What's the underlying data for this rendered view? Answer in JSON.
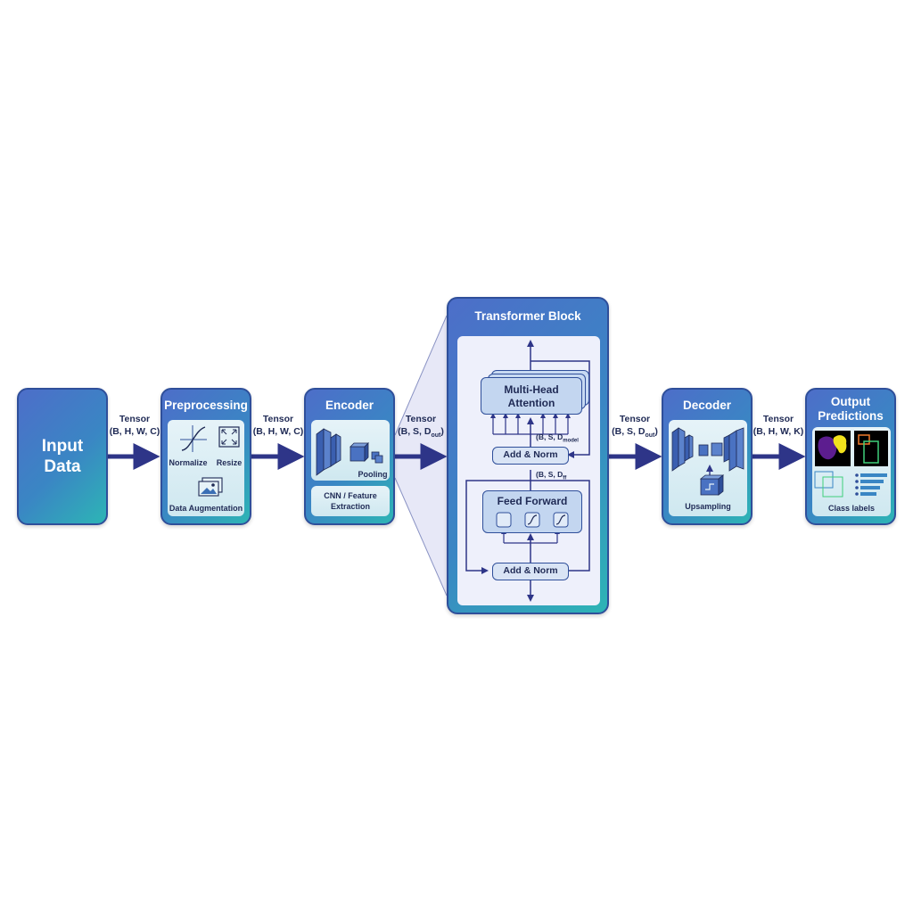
{
  "stages": {
    "input": {
      "title_line1": "Input",
      "title_line2": "Data"
    },
    "preprocessing": {
      "title": "Preprocessing",
      "normalize": "Normalize",
      "resize": "Resize",
      "augmentation": "Data Augmentation"
    },
    "encoder": {
      "title": "Encoder",
      "pooling": "Pooling",
      "cnn_line1": "CNN / Feature",
      "cnn_line2": "Extraction"
    },
    "transformer": {
      "title": "Transformer Block",
      "mha_line1": "Multi-Head",
      "mha_line2": "Attention",
      "shape_after_attention": "(B, S, D",
      "shape_after_attention_sub": "model",
      "add_norm_1": "Add & Norm",
      "shape_after_norm": "(B, S, D",
      "shape_after_norm_sub": "ff",
      "feed_forward": "Feed Forward",
      "add_norm_2": "Add & Norm"
    },
    "decoder": {
      "title": "Decoder",
      "upsampling": "Upsampling"
    },
    "output": {
      "title_line1": "Output",
      "title_line2": "Predictions",
      "class_labels": "Class labels"
    }
  },
  "tensors": [
    {
      "label": "Tensor",
      "shape": "(B, H, W, C)"
    },
    {
      "label": "Tensor",
      "shape": "(B, H, W, C)"
    },
    {
      "label": "Tensor",
      "shape": "(B, S, D",
      "shape_sub": "out",
      "shape_close": ")"
    },
    {
      "label": "Tensor",
      "shape": "(B, S, D",
      "shape_sub": "out",
      "shape_close": ")"
    },
    {
      "label": "Tensor",
      "shape": "(B, H, W, K)"
    }
  ],
  "colors": {
    "arrow": "#2e3588",
    "stage_border": "#2f4f9a",
    "segmentation_purple": "#5c1d8f",
    "segmentation_yellow": "#f2e21c",
    "bbox_orange": "#f07a2a",
    "bbox_green": "#3fd07a"
  }
}
